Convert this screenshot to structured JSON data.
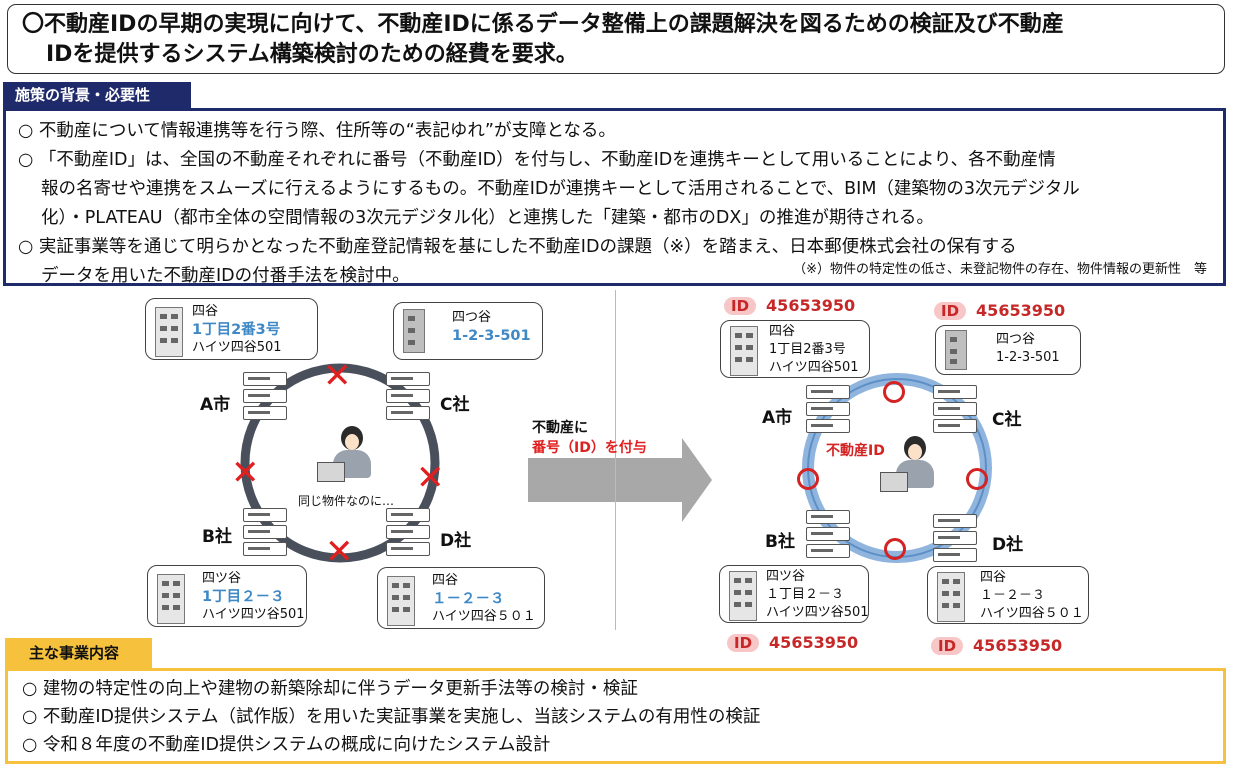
{
  "header": {
    "line1": "〇不動産IDの早期の実現に向けて、不動産IDに係るデータ整備上の課題解決を図るための検証及び不動産",
    "line2": "IDを提供するシステム構築検討のための経費を要求。"
  },
  "background": {
    "tab_label": "施策の背景・必要性",
    "lines": [
      "○ 不動産について情報連携等を行う際、住所等の“表記ゆれ”が支障となる。",
      "○ 「不動産ID」は、全国の不動産それぞれに番号（不動産ID）を付与し、不動産IDを連携キーとして用いることにより、各不動産情",
      "報の名寄せや連携をスムーズに行えるようにするもの。不動産IDが連携キーとして活用されることで、BIM（建築物の3次元デジタル",
      "化）・PLATEAU（都市全体の空間情報の3次元デジタル化）と連携した「建築・都市のDX」の推進が期待される。",
      "○ 実証事業等を通じて明らかとなった不動産登記情報を基にした不動産IDの課題（※）を踏まえ、日本郵便株式会社の保有する",
      "データを用いた不動産IDの付番手法を検討中。"
    ],
    "note": "（※）物件の特定性の低さ、未登記物件の存在、物件情報の更新性　等"
  },
  "diagram": {
    "left": {
      "nodes": {
        "a": "A市",
        "b": "B社",
        "c": "C社",
        "d": "D社"
      },
      "bubbles": {
        "a": {
          "line1": "四谷",
          "line2": "1丁目2番3号",
          "line3": "ハイツ四谷501"
        },
        "c": {
          "line1": "四つ谷",
          "line2": "1-2-3-501"
        },
        "b": {
          "line1": "四ツ谷",
          "line2": "1丁目２－３",
          "line3": "ハイツ四ツ谷501"
        },
        "d": {
          "line1": "四谷",
          "line2": "１－２－３",
          "line3": "ハイツ四谷５０１"
        }
      },
      "caption": "同じ物件なのに…"
    },
    "arrow": {
      "line1": "不動産に",
      "line2": "番号（ID）を付与"
    },
    "right": {
      "nodes": {
        "a": "A市",
        "b": "B社",
        "c": "C社",
        "d": "D社"
      },
      "bubbles": {
        "a": {
          "line1": "四谷",
          "line2": "1丁目2番3号",
          "line3": "ハイツ四谷501"
        },
        "c": {
          "line1": "四つ谷",
          "line2": "1-2-3-501"
        },
        "b": {
          "line1": "四ツ谷",
          "line2": "１丁目２－３",
          "line3": "ハイツ四ツ谷501"
        },
        "d": {
          "line1": "四谷",
          "line2": "１－２－３",
          "line3": "ハイツ四谷５０１"
        }
      },
      "center_label": "不動産ID",
      "id_prefix": "ID",
      "id_value": "45653950"
    },
    "colors": {
      "ring_left": "#4a4f5c",
      "ring_right": "#8fb4dd",
      "mark_red": "#e02020"
    }
  },
  "main": {
    "tab_label": "主な事業内容",
    "lines": [
      "○ 建物の特定性の向上や建物の新築除却に伴うデータ更新手法等の検討・検証",
      "○ 不動産ID提供システム（試作版）を用いた実証事業を実施し、当該システムの有用性の検証",
      "○ 令和８年度の不動産ID提供システムの概成に向けたシステム設計"
    ]
  }
}
